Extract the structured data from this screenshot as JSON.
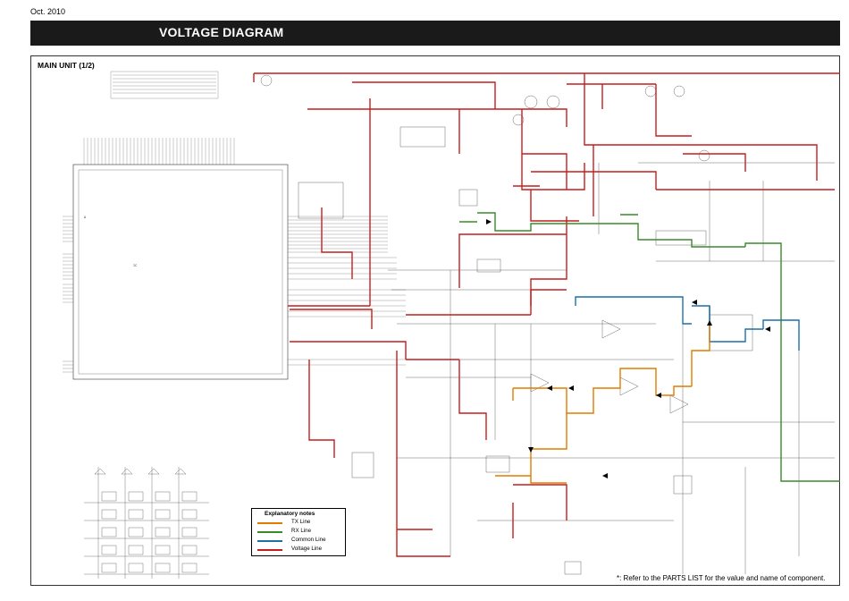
{
  "header": {
    "date": "Oct. 2010",
    "title": "VOLTAGE DIAGRAM",
    "section": "MAIN UNIT (1/2)"
  },
  "legend": {
    "title": "Explanatory notes",
    "items": [
      {
        "label": "TX Line",
        "color": "#e07b00"
      },
      {
        "label": "RX Line",
        "color": "#3a8a2a"
      },
      {
        "label": "Common Line",
        "color": "#1f6fa8"
      },
      {
        "label": "Voltage Line",
        "color": "#c41e1e"
      }
    ]
  },
  "footnote": "*: Refer to the PARTS LIST for the value and name of component.",
  "colors": {
    "voltage_line": "#c41e1e",
    "tx_line": "#e07b00",
    "rx_line": "#3a8a2a",
    "common_line": "#1f6fa8",
    "voltage_label": "#d00000"
  }
}
